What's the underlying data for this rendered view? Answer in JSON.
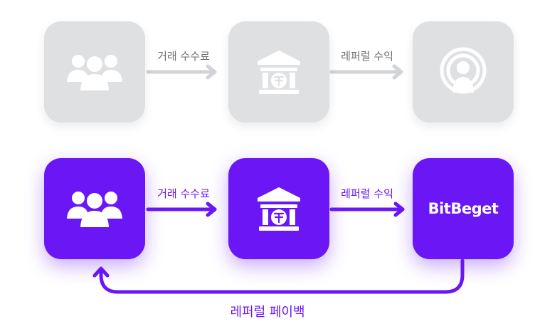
{
  "colors": {
    "inactive_box": "#dfe0e2",
    "inactive_arrow": "#d2d3d6",
    "inactive_text": "#6e6e73",
    "active_box": "#6a16f5",
    "active_text": "#6a16f5",
    "icon_on_active": "#ffffff",
    "icon_on_inactive": "#ffffff"
  },
  "top_flow": {
    "nodes": [
      {
        "icon": "users-icon"
      },
      {
        "icon": "bank-tether-icon"
      },
      {
        "icon": "broadcast-person-icon"
      }
    ],
    "edges": [
      {
        "label": "거래 수수료"
      },
      {
        "label": "레퍼럴 수익"
      }
    ]
  },
  "bottom_flow": {
    "nodes": [
      {
        "icon": "users-icon"
      },
      {
        "icon": "bank-tether-icon"
      },
      {
        "brand": "BitBeget"
      }
    ],
    "edges": [
      {
        "label": "거래 수수료"
      },
      {
        "label": "레퍼럴 수익"
      }
    ],
    "loop_label": "레퍼럴 페이백"
  }
}
